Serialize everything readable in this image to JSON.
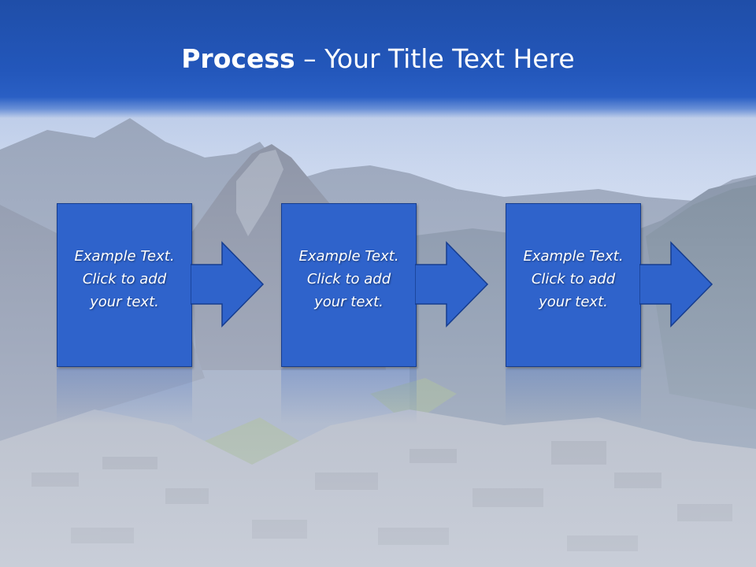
{
  "slide": {
    "title_bold": "Process",
    "title_rest": " – Your Title Text Here",
    "steps": [
      {
        "line1": "Example Text.",
        "line2": "Click  to add",
        "line3": "your text."
      },
      {
        "line1": "Example Text.",
        "line2": "Click  to add",
        "line3": "your text."
      },
      {
        "line1": "Example Text.",
        "line2": "Click  to add",
        "line3": "your text."
      }
    ],
    "colors": {
      "header_blue": "#1f4ea8",
      "box_blue": "#2f63cb",
      "border_blue": "#163d8f",
      "text": "#ffffff"
    },
    "background_image": "mountain-ruins-landscape"
  }
}
